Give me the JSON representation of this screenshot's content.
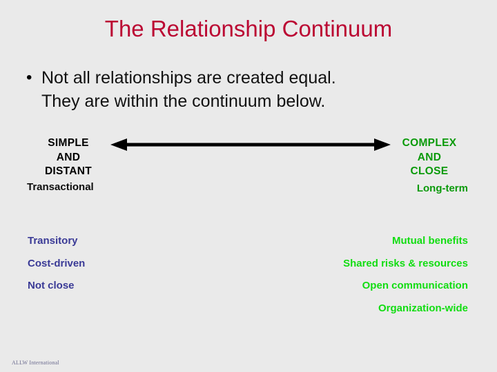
{
  "slide": {
    "title": "The Relationship Continuum",
    "background_color": "#eaeaea",
    "title_color": "#bb0833",
    "bullet": {
      "marker": "•",
      "line1": "Not all relationships are created equal.",
      "line2": "They are within the continuum below."
    },
    "continuum": {
      "arrow_label": "double-headed-horizontal-arrow",
      "arrow_color": "#000000",
      "left_pole": {
        "color": "#000000",
        "cap_lines": [
          "SIMPLE",
          "AND",
          "DISTANT"
        ],
        "subtitle": "Transactional"
      },
      "right_pole": {
        "color": "#0a9a0a",
        "cap_lines": [
          "COMPLEX",
          "AND",
          "CLOSE"
        ],
        "subtitle": "Long-term"
      }
    },
    "attributes_left": {
      "color": "#3a3a96",
      "items": [
        "Transitory",
        "Cost-driven",
        "Not close"
      ]
    },
    "attributes_right": {
      "color": "#12dd12",
      "items": [
        "Mutual benefits",
        "Shared risks & resources",
        "Open communication",
        "Organization-wide"
      ]
    },
    "footer": "ALLW International"
  }
}
